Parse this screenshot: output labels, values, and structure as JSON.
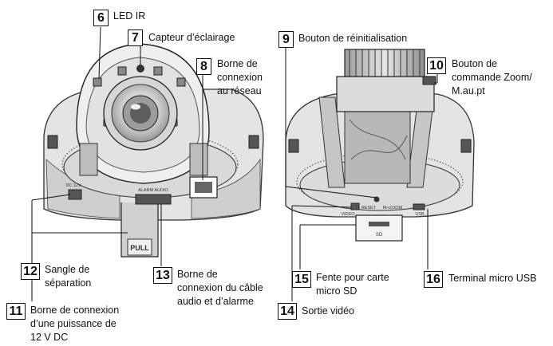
{
  "callouts": [
    {
      "n": "6",
      "text": "LED IR"
    },
    {
      "n": "7",
      "text": "Capteur d’éclairage"
    },
    {
      "n": "8",
      "text": "Borne de\nconnexion\nau réseau"
    },
    {
      "n": "9",
      "text": "Bouton de réinitialisation"
    },
    {
      "n": "10",
      "text": "Bouton de\ncommande Zoom/\nM.au.pt"
    },
    {
      "n": "11",
      "text": "Borne de connexion\nd’une puissance de\n12 V DC"
    },
    {
      "n": "12",
      "text": "Sangle de\nséparation"
    },
    {
      "n": "13",
      "text": "Borne de\nconnexion du câble\naudio et d’alarme"
    },
    {
      "n": "14",
      "text": "Sortie vidéo"
    },
    {
      "n": "15",
      "text": "Fente pour carte\nmicro SD"
    },
    {
      "n": "16",
      "text": "Terminal micro USB"
    }
  ],
  "device_marks": {
    "pull": "PULL",
    "dc_12v": "DC 12V",
    "alarm_audio": "ALARM AUDIO",
    "reset": "RESET",
    "video": "VIDEO",
    "m_zoom": "M+ZOOM",
    "sd": "SD",
    "usb": "USB"
  }
}
